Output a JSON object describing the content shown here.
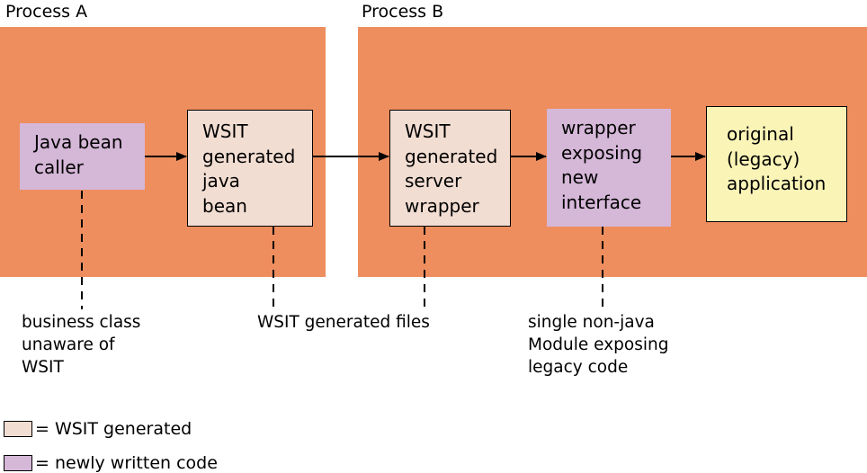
{
  "regions": {
    "process_a": {
      "title": "Process A"
    },
    "process_b": {
      "title": "Process B"
    }
  },
  "boxes": {
    "java_bean_caller": "Java bean\ncaller",
    "wsit_java_bean": "WSIT\ngenerated\njava\nbean",
    "wsit_server_wrapper": "WSIT\ngenerated\nserver\nwrapper",
    "wrapper_interface": "wrapper\nexposing\nnew\ninterface",
    "legacy_application": "original\n(legacy)\napplication"
  },
  "notes": {
    "business_class": "business class\nunaware of\nWSIT",
    "wsit_files": "WSIT generated files",
    "non_java_module": "single non-java\nModule exposing\nlegacy code"
  },
  "legend": {
    "generated": "= WSIT generated",
    "new_code": "= newly written code"
  },
  "colors": {
    "region": "#EE8E5E",
    "wsit_generated": "#F2DDD2",
    "newly_written": "#D5B7D8",
    "legacy": "#FAF5B7"
  }
}
